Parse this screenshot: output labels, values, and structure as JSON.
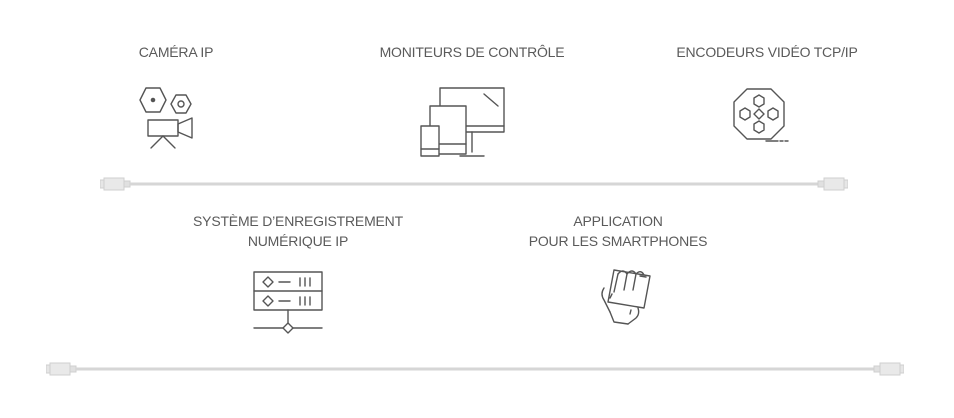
{
  "items_row1": [
    {
      "id": "ip-camera",
      "label": "CAMÉRA IP",
      "icon": "ip-camera-icon"
    },
    {
      "id": "control-monitors",
      "label": "MONITEURS DE CONTRÔLE",
      "icon": "monitors-devices-icon"
    },
    {
      "id": "video-encoders",
      "label": "ENCODEURS VIDÉO TCP/IP",
      "icon": "video-encoder-reel-icon"
    }
  ],
  "items_row2": [
    {
      "id": "nvr",
      "label_line1": "SYSTÈME D’ENREGISTREMENT",
      "label_line2": "NUMÉRIQUE IP",
      "icon": "server-rack-icon"
    },
    {
      "id": "smartphone-app",
      "label_line1": "APPLICATION",
      "label_line2": "POUR LES SMARTPHONES",
      "icon": "hand-holding-phone-icon"
    }
  ],
  "colors": {
    "text": "#5a5a5a",
    "icon_stroke": "#555555",
    "cable_line": "#d6d6d6",
    "connector": "#e6e6e6"
  }
}
